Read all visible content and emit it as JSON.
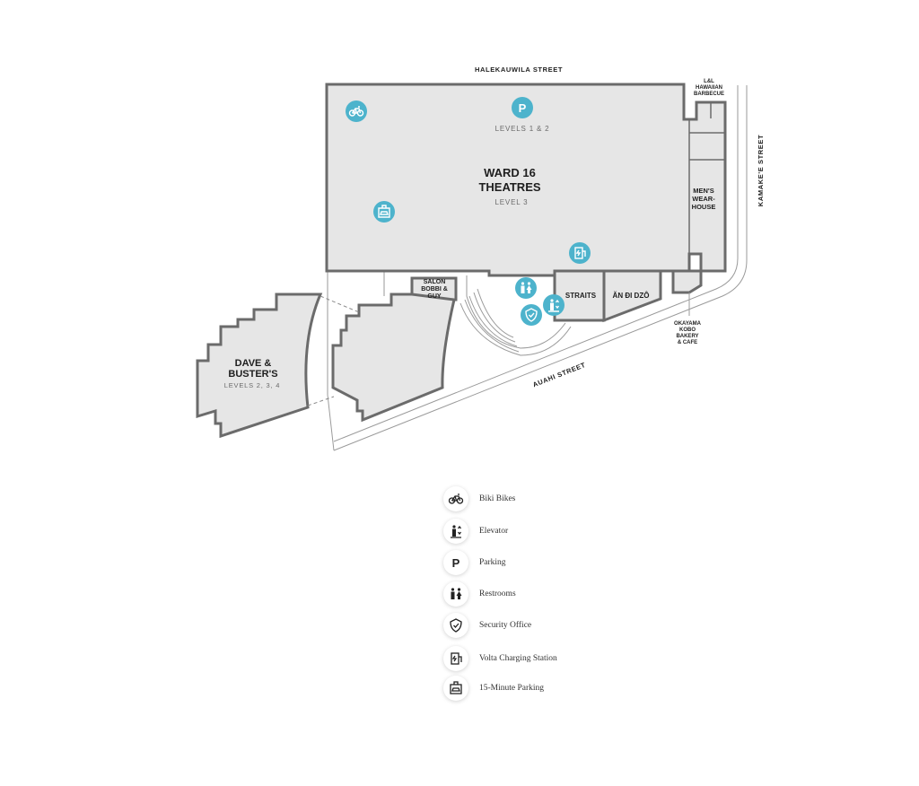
{
  "streets": {
    "north": "HALEKAUWILA STREET",
    "east": "KAMAKE'E STREET",
    "south": "AUAHI STREET"
  },
  "tenants": {
    "theatres": {
      "name_line1": "WARD 16",
      "name_line2": "THEATRES",
      "sub": "LEVEL 3"
    },
    "parking_label": "LEVELS 1 & 2",
    "dave_busters": {
      "name_line1": "DAVE &",
      "name_line2": "BUSTER'S",
      "sub": "LEVELS 2, 3, 4"
    },
    "salon": {
      "line1": "SALON",
      "line2": "BOBBI &",
      "line3": "GUY"
    },
    "straits": "STRAITS",
    "an_di_dzo": "ĂN ĐI DZÔ",
    "mens_wearhouse": {
      "line1": "MEN'S",
      "line2": "WEAR-",
      "line3": "HOUSE"
    },
    "ll_hawaiian": {
      "line1": "L&L",
      "line2": "HAWAIIAN",
      "line3": "BARBECUE"
    },
    "okayama": {
      "line1": "OKAYAMA",
      "line2": "KOBO",
      "line3": "BAKERY",
      "line4": "& CAFE"
    }
  },
  "map_icons": {
    "parking_letter": "P",
    "accent_color": "#4db3cc",
    "icons": [
      "bike-icon",
      "parking-icon",
      "fifteen-minute-parking-icon",
      "charging-station-icon",
      "restrooms-icon",
      "security-office-icon",
      "elevator-icon"
    ]
  },
  "legend": {
    "items": [
      {
        "icon": "bike-icon",
        "label": "Biki Bikes"
      },
      {
        "icon": "elevator-icon",
        "label": "Elevator"
      },
      {
        "icon": "parking-icon",
        "label": "Parking"
      },
      {
        "icon": "restrooms-icon",
        "label": "Restrooms"
      },
      {
        "icon": "security-office-icon",
        "label": "Security Office"
      },
      {
        "icon": "charging-station-icon",
        "label": "Volta Charging Station"
      },
      {
        "icon": "fifteen-minute-parking-icon",
        "label": "15-Minute Parking"
      }
    ]
  }
}
